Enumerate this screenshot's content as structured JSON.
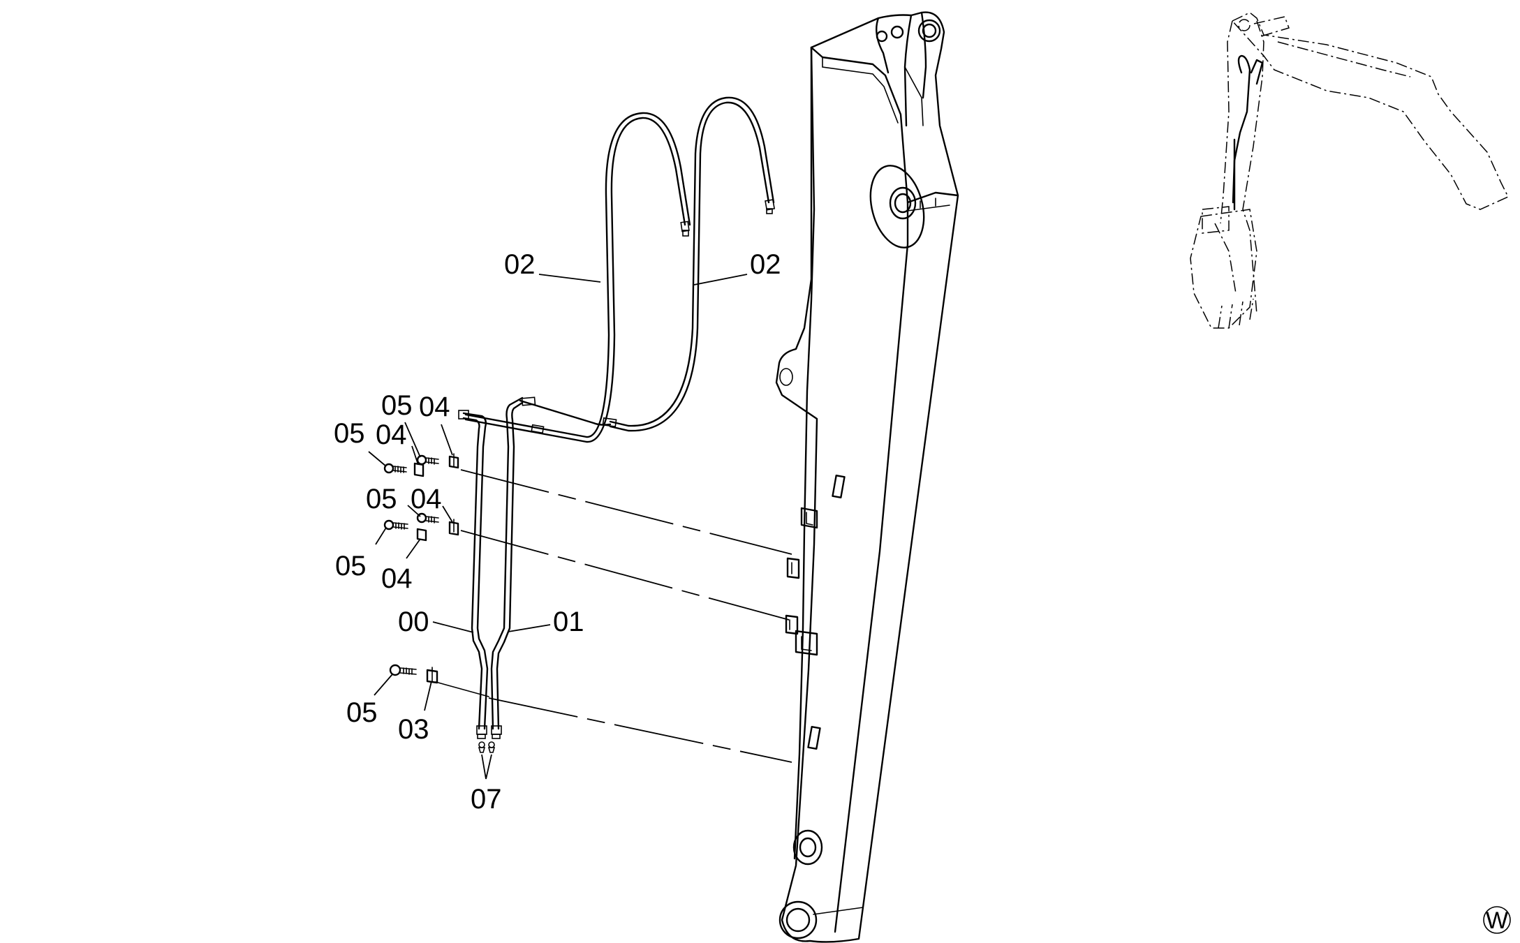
{
  "callouts": [
    {
      "id": "label-02-left",
      "text": "02"
    },
    {
      "id": "label-02-right",
      "text": "02"
    },
    {
      "id": "label-05-a",
      "text": "05"
    },
    {
      "id": "label-04-a",
      "text": "04"
    },
    {
      "id": "label-05-b",
      "text": "05"
    },
    {
      "id": "label-04-b",
      "text": "04"
    },
    {
      "id": "label-05-c",
      "text": "05"
    },
    {
      "id": "label-04-c",
      "text": "04"
    },
    {
      "id": "label-05-d",
      "text": "05"
    },
    {
      "id": "label-04-d",
      "text": "04"
    },
    {
      "id": "label-00",
      "text": "00"
    },
    {
      "id": "label-01",
      "text": "01"
    },
    {
      "id": "label-05-e",
      "text": "05"
    },
    {
      "id": "label-03",
      "text": "03"
    },
    {
      "id": "label-07",
      "text": "07"
    }
  ],
  "watermark": "W",
  "icons": {
    "arm": "excavator-arm-icon",
    "machine": "excavator-overview-icon",
    "watermark": "w-circle-icon"
  }
}
